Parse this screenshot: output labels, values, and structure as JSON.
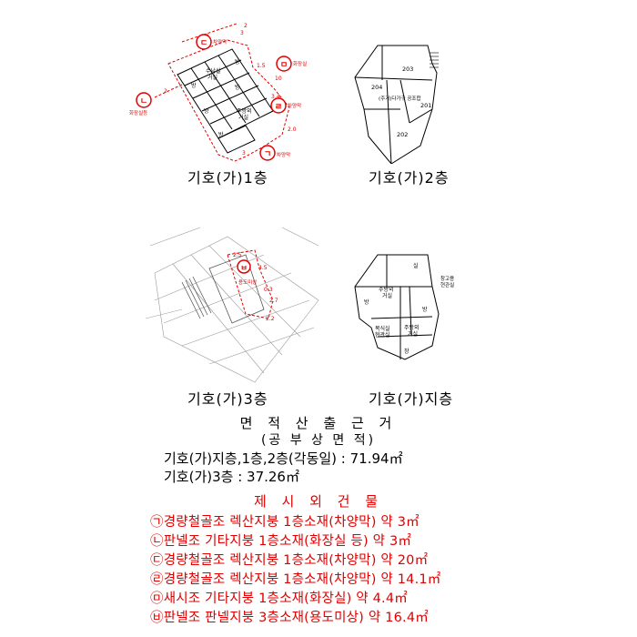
{
  "plans": {
    "floor1": {
      "label": "기호(가)1층",
      "rooms": [
        "수납실\n거실",
        "방",
        "방",
        "방",
        "방",
        "주방외\n거실",
        "방"
      ],
      "room_short": [
        "방",
        "방",
        "방",
        "방",
        "방"
      ],
      "dims": [
        "10",
        "2",
        "1.5",
        "10",
        "3.4",
        "2.0",
        "3",
        "2",
        "3"
      ],
      "markers": [
        {
          "sym": "ㄷ",
          "text": "차양막"
        },
        {
          "sym": "ㅁ",
          "text": "화장실"
        },
        {
          "sym": "ㄴ",
          "text": "화장실등"
        },
        {
          "sym": "ㄹ",
          "text": "차양막"
        },
        {
          "sym": "ㄱ",
          "text": "차양막"
        }
      ]
    },
    "floor2": {
      "label": "기호(가)2층",
      "rooms": [
        "203",
        "204",
        "(주거)다가구 공조합",
        "201",
        "202"
      ]
    },
    "floor3": {
      "label": "기호(가)3층",
      "dims": [
        "2.5",
        "4.5",
        "0.3",
        "2.7",
        "2.2"
      ],
      "markers": [
        {
          "sym": "ㅂ",
          "text": "용도미상"
        }
      ]
    },
    "basement": {
      "label": "기호(가)지층",
      "rooms": [
        "실",
        "방",
        "주방외\n거실",
        "방",
        "주방외\n거실",
        "복식실\n현관실",
        "창"
      ],
      "side_note": "창고용\n현관실"
    }
  },
  "area_calc": {
    "title": "면 적 산 출 근 거",
    "subtitle": "(공 부 상 면 적)",
    "lines": [
      "기호(가)지층,1층,2층(각동일) : 71.94㎡",
      "기호(가)3층 : 37.26㎡"
    ]
  },
  "excluded": {
    "title": "제 시 외 건 물",
    "items": [
      "㉠경량철골조 렉산지붕 1층소재(차양막) 약 3㎡",
      "㉡판넬조 기타지붕 1층소재(화장실 등) 약 3㎡",
      "㉢경량철골조 렉산지붕 1층소재(차양막) 약 20㎡",
      "㉣경량철골조 렉산지붕 1층소재(차양막) 약 14.1㎡",
      "㉤새시조 기타지붕 1층소재(화장실) 약 4.4㎡",
      "㉥판넬조 판넬지붕 3층소재(용도미상) 약 16.4㎡"
    ]
  },
  "colors": {
    "red": "#e00000",
    "ink": "#000000",
    "faint": "#9a9a9a"
  }
}
